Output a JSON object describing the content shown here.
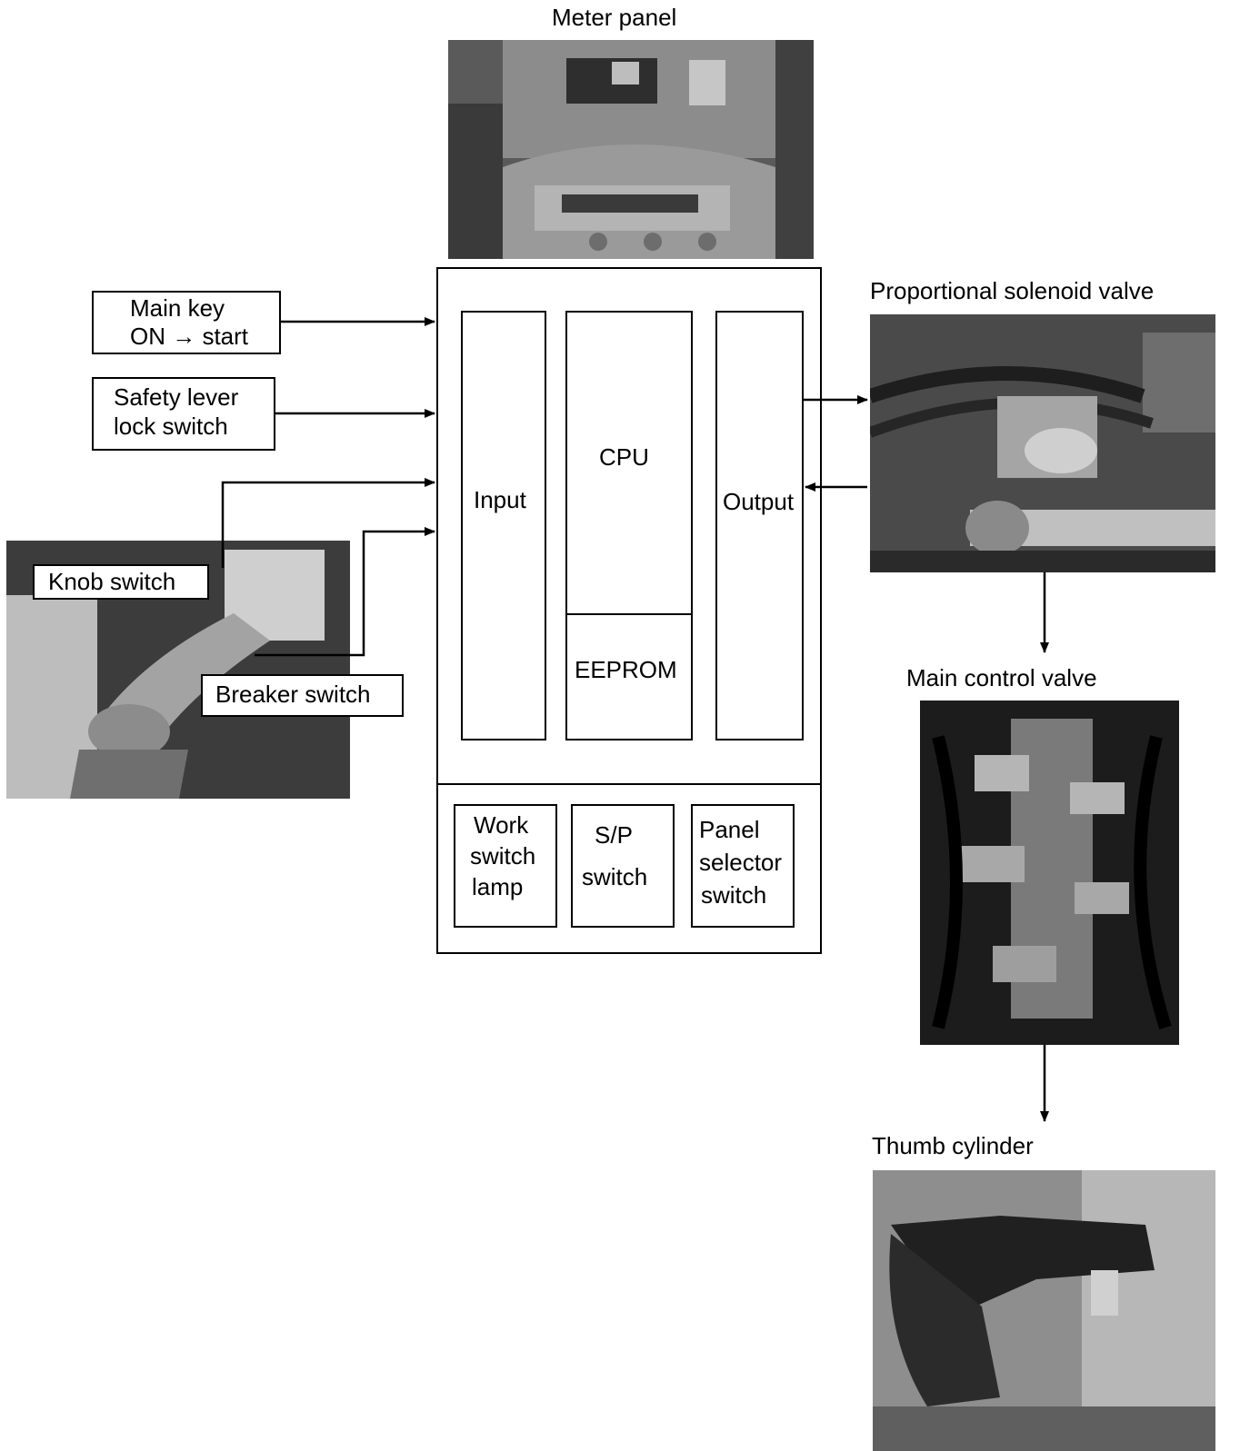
{
  "photos": {
    "meter_panel": "Meter panel",
    "proportional_valve": "Proportional solenoid valve",
    "main_control_valve": "Main control valve",
    "thumb_cylinder": "Thumb cylinder"
  },
  "inputs": {
    "main_key": [
      "Main key",
      "ON → start"
    ],
    "safety_lever": [
      "Safety lever",
      "lock switch"
    ],
    "knob_switch": "Knob switch",
    "breaker_switch": "Breaker switch"
  },
  "controller": {
    "input": "Input",
    "cpu": "CPU",
    "eeprom": "EEPROM",
    "output": "Output",
    "panel": {
      "work_switch_lamp": [
        "Work",
        "switch",
        "lamp"
      ],
      "sp_switch": [
        "S/P",
        "switch"
      ],
      "panel_selector_switch": [
        "Panel",
        "selector",
        "switch"
      ]
    }
  }
}
